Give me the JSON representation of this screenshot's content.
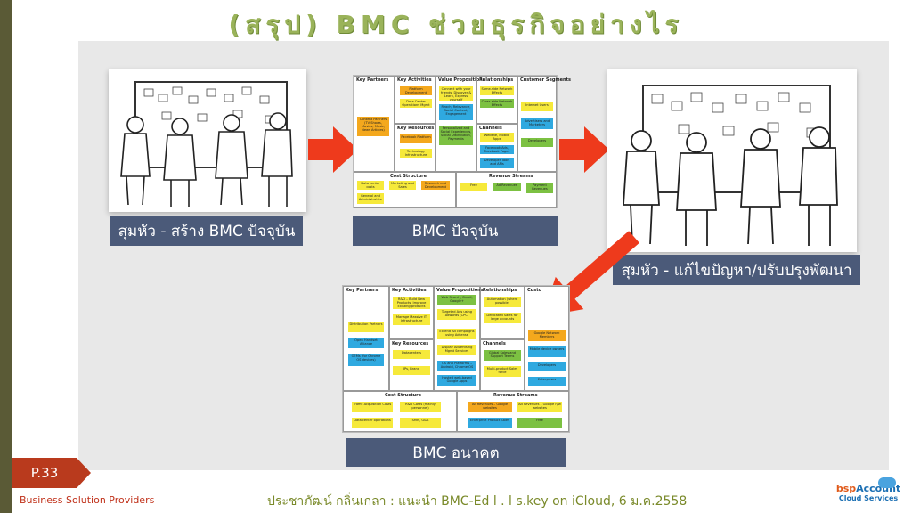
{
  "slide": {
    "title": "(สรุป) BMC ช่วยธุรกิจอย่างไร",
    "page": "P.33",
    "footer_left": "Business Solution Providers",
    "footer_center": "ประชาภัฒน์ กลิ่นเกลา : แนะนำ BMC-Ed l . l s.key on iCloud, 6 ม.ค.2558",
    "logo_brand_a": "bsp",
    "logo_brand_b": "Account",
    "logo_sub": "Cloud Services"
  },
  "steps": [
    {
      "caption": "สุมหัว - สร้าง BMC ปัจจุบัน"
    },
    {
      "caption": "BMC ปัจจุบัน"
    },
    {
      "caption": "สุมหัว - แก้ไขปัญหา/ปรับปรุงพัฒนา"
    },
    {
      "caption": "BMC อนาคต"
    }
  ],
  "bmc_headers": {
    "key_partners": "Key Partners",
    "key_activities": "Key Activities",
    "value_propositions": "Value Propositions",
    "relationships": "Relationships",
    "customer_segments": "Customer Segments",
    "customer_segments_cut": "Custo",
    "key_resources": "Key Resources",
    "channels": "Channels",
    "cost_structure": "Cost Structure",
    "revenue_streams": "Revenue Streams"
  },
  "bmc_current_notes": {
    "kp1": "Content Partners (TV Shows, Movies, Music, News Articles)",
    "ka1": "Platform Development",
    "ka2": "Data Center Operations Mgmt",
    "vp1": "Connect with your friends, Discover & Learn, Express yourself",
    "vp2": "Reach, Relevance, Social Context, Engagement",
    "vp3": "Personalized and Social Experiences, Social Distribution, Payments",
    "rel1": "Same-side Network Effects",
    "rel2": "Cross-side Network Effects",
    "cs1": "Internet Users",
    "cs2": "Advertisers and Marketers",
    "cs3": "Developers",
    "kr1": "Facebook Platform",
    "kr2": "Technology Infrastructure",
    "ch1": "Website, Mobile Apps",
    "ch2": "Facebook Ads, Facebook Pages",
    "ch3": "Developer Tools and APIs",
    "cost1": "Data center costs",
    "cost2": "Marketing and Sales",
    "cost3": "Research and Development",
    "cost4": "General and Administrative",
    "rev1": "Free",
    "rev2": "Ad Revenues",
    "rev3": "Payment Revenues"
  },
  "bmc_future_notes": {
    "kp1": "Distribution Partners",
    "kp2": "Open Handset Alliance",
    "kp3": "OEMs (for Chrome OS devices)",
    "ka1": "R&D – Build New Products, Improve Existing products",
    "ka2": "Manage Massive IT Infrastructure",
    "vp1": "Web Search, Gmail, Google+",
    "vp2": "Targeted Ads using Adwords (CPC)",
    "vp3": "Extend Ad campaigns using Adsense",
    "vp4": "Display Advertising Mgmt Services",
    "vp5": "OS and Platforms – Android, Chrome OS",
    "vp6": "Hosted web-based Google Apps",
    "rel1": "Automation (where possible)",
    "rel2": "Dedicated Sales for large accounts",
    "cs1": "Google Network Members",
    "cs2": "Mobile device owners",
    "cs3": "Developers",
    "cs4": "Enterprises",
    "kr1": "Datacenters",
    "kr2": "IPs, Brand",
    "ch1": "Global Sales and Support Teams",
    "ch2": "Multi-product Sales force",
    "cost1": "Traffic Acquisition Costs",
    "cost2": "R&D Costs (mainly personnel)",
    "cost3": "Data center operations",
    "cost4": "SMM, G&A",
    "rev1": "Ad Revenues – Google websites",
    "rev2": "Ad Revenues – Google n/w websites",
    "rev3": "Enterprise Product Sales",
    "rev4": "Free"
  },
  "colors": {
    "title": "#9ab35a",
    "caption_bg": "#4b5a79",
    "arrow": "#ee3a1c",
    "page_tag": "#b93a1d"
  },
  "icons": [
    "meeting-sketch-image",
    "arrow-right-icon",
    "arrow-down-left-icon",
    "cloud-icon"
  ]
}
